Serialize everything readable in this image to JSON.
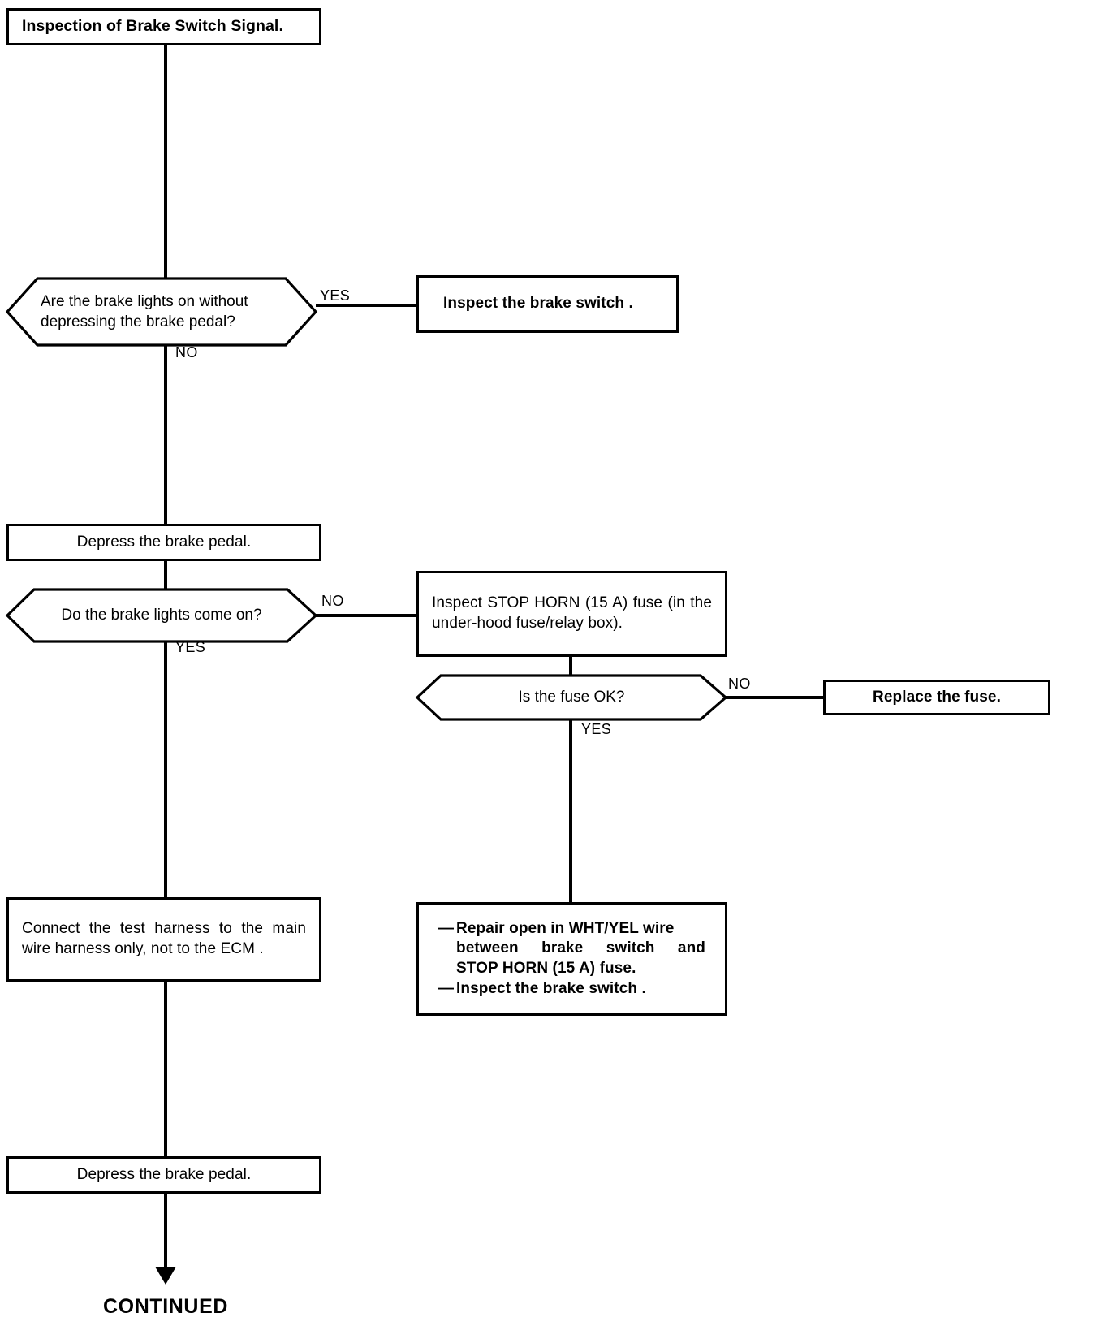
{
  "document": {
    "type": "troubleshooting-flowchart",
    "title": "Inspection of Brake Switch Signal."
  },
  "nodes": {
    "title_box": {
      "text": "Inspection of Brake Switch Signal."
    },
    "decision_brake_lights_on": {
      "text": "Are the brake lights on without depressing the brake pedal?"
    },
    "inspect_brake_switch": {
      "text": "Inspect the brake switch ."
    },
    "depress_pedal_1": {
      "text": "Depress the brake pedal."
    },
    "decision_lights_come_on": {
      "text": "Do the brake lights come on?"
    },
    "inspect_fuse": {
      "text": "Inspect STOP HORN (15 A) fuse (in the under-hood fuse/relay box)."
    },
    "decision_fuse_ok": {
      "text": "Is the fuse OK?"
    },
    "replace_fuse": {
      "text": "Replace the fuse."
    },
    "connect_harness": {
      "text": "Connect the test harness to the main wire harness only, not to the ECM ."
    },
    "repair_open": {
      "line1": "Repair open in WHT/YEL wire between brake switch and STOP HORN (15 A) fuse.",
      "line1a": "Repair open in WHT/YEL wire",
      "line1b": "between brake switch and",
      "line1c": "STOP HORN (15 A) fuse.",
      "line2": "Inspect the brake switch ."
    },
    "depress_pedal_2": {
      "text": "Depress the brake pedal."
    },
    "continued": {
      "text": "CONTINUED"
    }
  },
  "branch_labels": {
    "brake_lights_on_yes": "YES",
    "brake_lights_on_no": "NO",
    "lights_come_on_no": "NO",
    "lights_come_on_yes": "YES",
    "fuse_ok_no": "NO",
    "fuse_ok_yes": "YES"
  },
  "colors": {
    "stroke": "#000000",
    "background": "#ffffff",
    "text": "#000000"
  }
}
